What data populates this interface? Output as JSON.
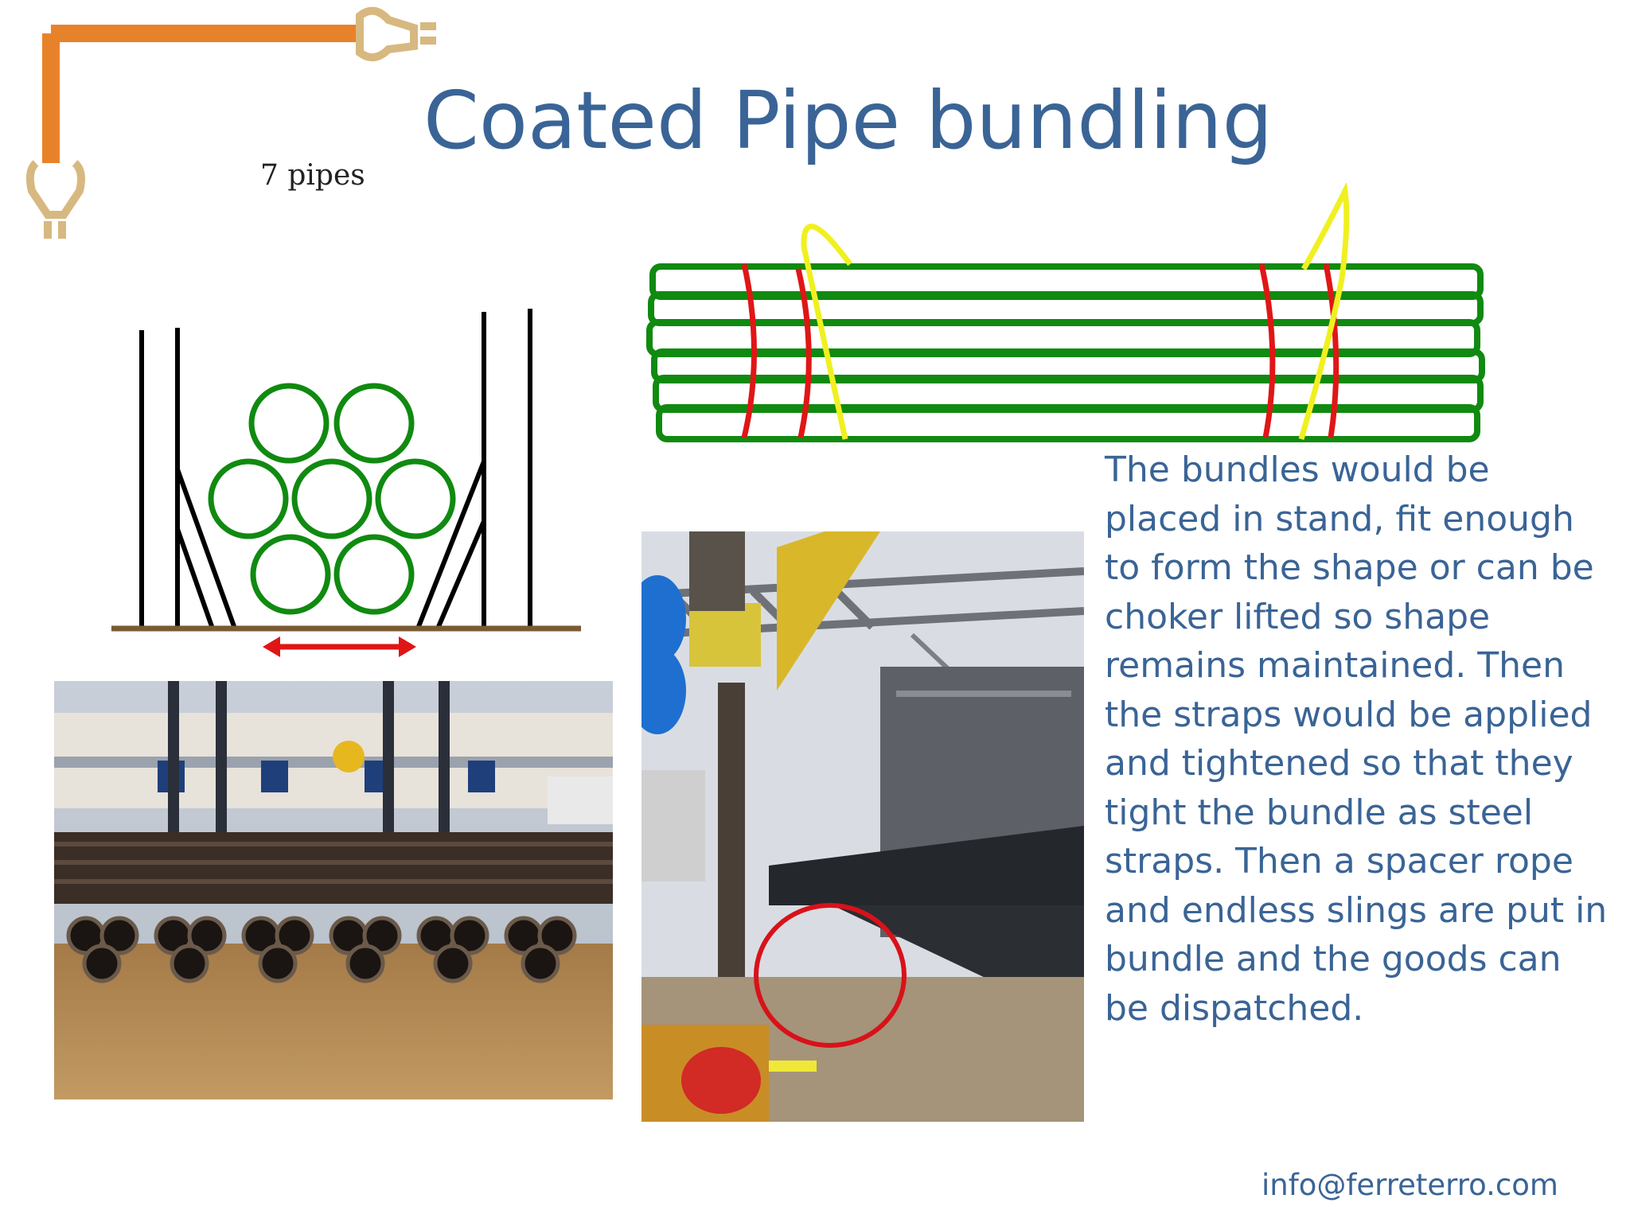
{
  "slide": {
    "title": "Coated Pipe bundling",
    "diagram_label": "7 pipes",
    "body_text": "The bundles would be placed in stand, fit enough to form the shape or can be choker lifted so shape remains maintained. Then the straps would be applied and tightened  so that they tight the bundle as steel straps. Then a spacer rope and endless slings are put in bundle and the goods can be dispatched.",
    "footer_email": "info@ferreterro.com"
  },
  "colors": {
    "title": "#3a6496",
    "decor_orange": "#e8822a",
    "hook_tan": "#d7b880",
    "pipe_green": "#108a10",
    "strap_red": "#e01616",
    "sling_yellow": "#f0f020"
  },
  "icons": {
    "corner_decor": "crane-hook-icon"
  }
}
